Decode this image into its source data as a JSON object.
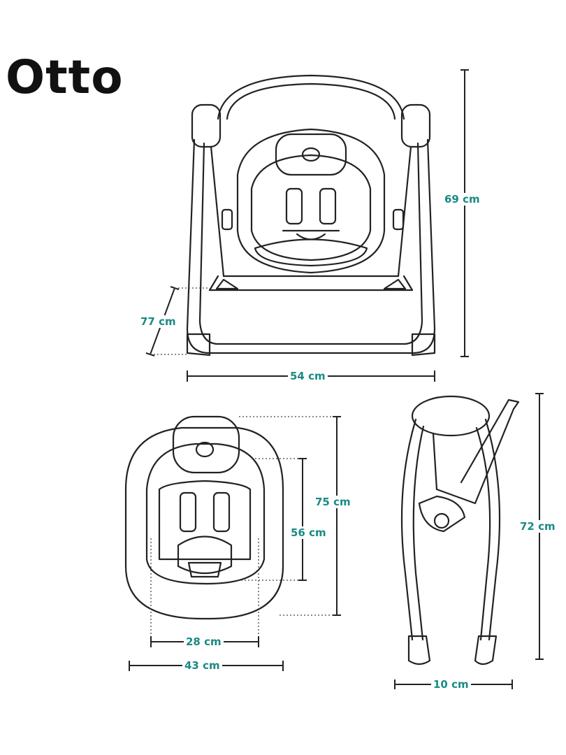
{
  "title": "Otto",
  "accent_color": "#1a8a84",
  "dimensions": {
    "front_height": "69 cm",
    "front_depth": "77 cm",
    "front_width": "54 cm",
    "seat_length": "75 cm",
    "seat_inner_length": "56 cm",
    "seat_inner_width": "28 cm",
    "seat_width": "43 cm",
    "side_height": "72 cm",
    "side_width": "10 cm"
  }
}
